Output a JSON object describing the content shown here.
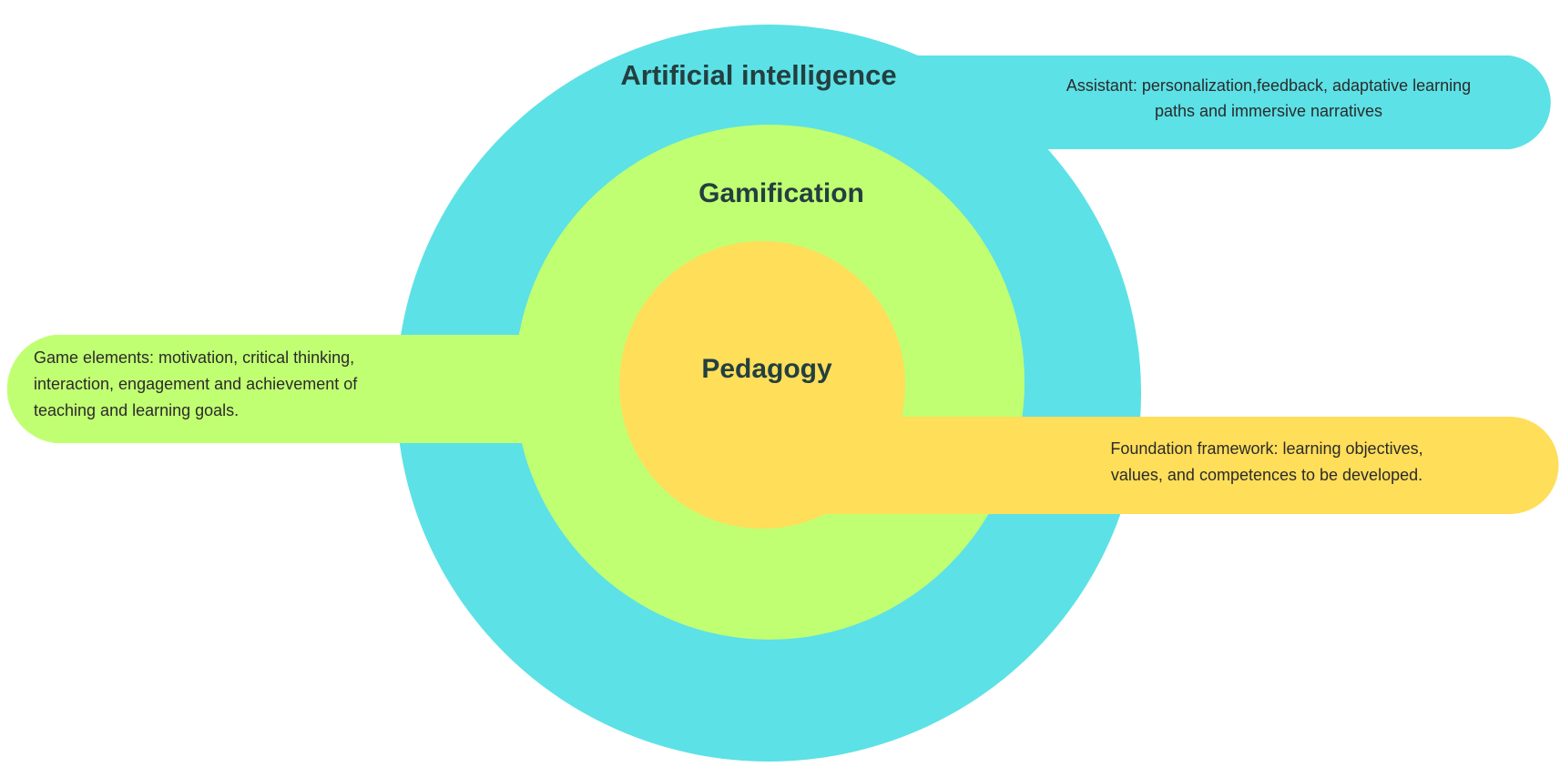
{
  "colors": {
    "ai": "#5ce1e6",
    "gamification": "#c1ff72",
    "pedagogy": "#ffde59",
    "text": "#233f40"
  },
  "layers": {
    "ai": {
      "title": "Artificial intelligence",
      "description": [
        "Assistant: personalization,feedback, adaptative learning",
        "paths and immersive narratives"
      ]
    },
    "gamification": {
      "title": "Gamification",
      "description": [
        "Game elements: motivation, critical thinking,",
        "interaction, engagement  and achievement of",
        "teaching  and learning goals."
      ]
    },
    "pedagogy": {
      "title": "Pedagogy",
      "description": [
        "Foundation framework: learning objectives,",
        "values, and competences  to be developed."
      ]
    }
  }
}
